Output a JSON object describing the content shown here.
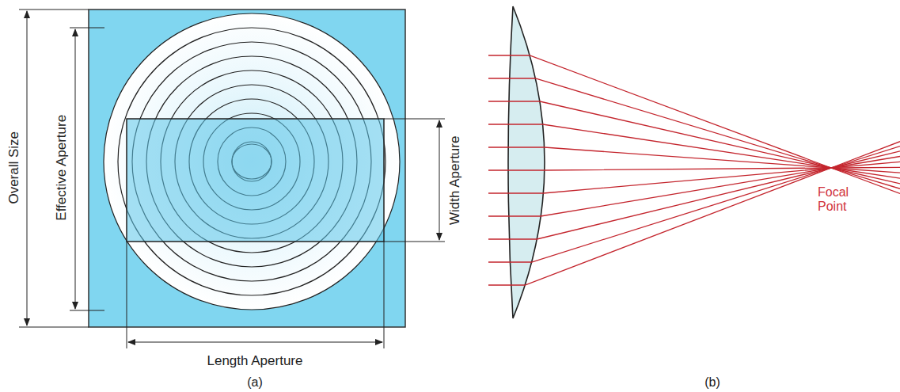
{
  "diagram": {
    "labels": [
      "Overall Size",
      "Effective Aperture",
      "Width Aperture",
      "Length Aperture",
      "(a)",
      "Focal Point",
      "(b)"
    ]
  }
}
